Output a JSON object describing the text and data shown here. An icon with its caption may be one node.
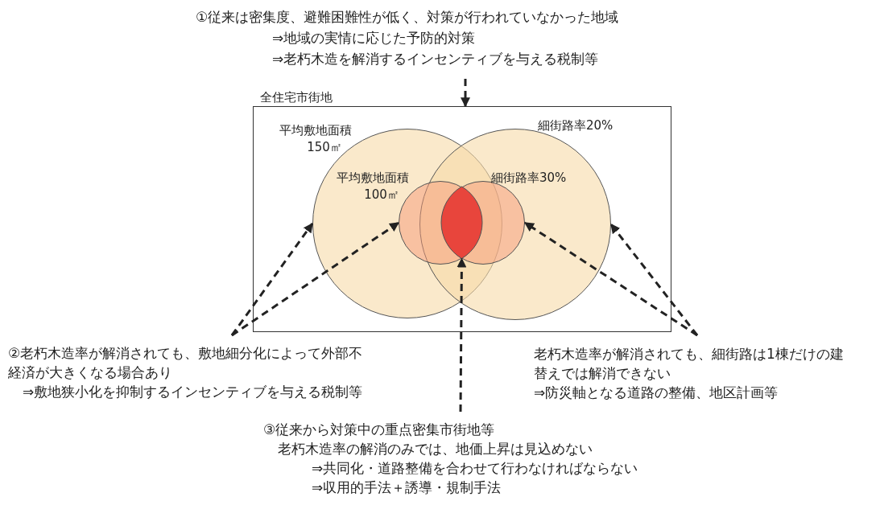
{
  "diagram": {
    "nodes": [
      {
        "text": [
          "①従来は密集度、避難困難性が低く、対策が行われていなかった地域",
          "⇒地域の実情に応じた予防的対策",
          "⇒老朽木造を解消するインセンティブを与える税制等"
        ]
      },
      {
        "text": [
          "全住宅市街地"
        ]
      },
      {
        "text": [
          "平均敷地面積",
          "150㎡"
        ],
        "in": 1
      },
      {
        "text": [
          "細街路率20%"
        ],
        "in": 1
      },
      {
        "text": [
          "平均敷地面積",
          "100㎡"
        ],
        "in": 2
      },
      {
        "text": [
          "細街路率30%"
        ],
        "in": 3
      },
      {
        "text": [],
        "shape": "circle"
      },
      {
        "text": [
          "②老朽木造率が解消されても、敷地細分化によって外部不経済が大きくなる場合あり",
          "⇒敷地狭小化を抑制するインセンティブを与える税制等"
        ]
      },
      {
        "text": [
          "老朽木造率が解消されても、細街路は1棟だけの建替えでは解消できない",
          "⇒防災軸となる道路の整備、地区計画等"
        ]
      },
      {
        "text": [
          "③従来から対策中の重点密集市街地等",
          "老朽木造率の解消のみでは、地価上昇は見込めない",
          "⇒共同化・道路整備を合わせて行わなければならない",
          "⇒収用的手法＋誘導・規制手法"
        ]
      }
    ],
    "edges": [
      {
        "from": 0,
        "to": 1,
        "arrow": "to",
        "style": "dashed"
      },
      {
        "from": 7,
        "to": 2,
        "arrow": "to",
        "style": "dashed"
      },
      {
        "from": 7,
        "to": 4,
        "arrow": "to",
        "style": "dashed"
      },
      {
        "from": 8,
        "to": 3,
        "arrow": "to",
        "style": "dashed"
      },
      {
        "from": 8,
        "to": 5,
        "arrow": "to",
        "style": "dashed"
      },
      {
        "from": 9,
        "to": 6,
        "arrow": "to",
        "style": "dashed"
      }
    ]
  }
}
